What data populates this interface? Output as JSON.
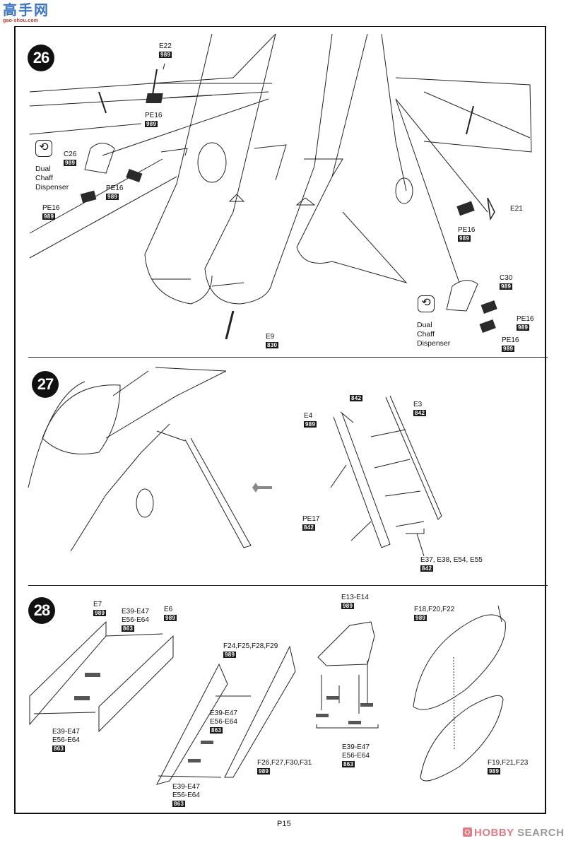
{
  "watermark_site": {
    "chars": "高手网",
    "url": "gao-shou.com"
  },
  "steps": [
    {
      "number": "26",
      "labels": {
        "e22": {
          "part": "E22",
          "code": "989"
        },
        "pe16_top": {
          "part": "PE16",
          "code": "989"
        },
        "c26": {
          "part": "C26",
          "code": "989"
        },
        "pe16_mid": {
          "part": "PE16",
          "code": "989"
        },
        "pe16_low": {
          "part": "PE16",
          "code": "989"
        },
        "pe16_right": {
          "part": "PE16",
          "code": "989"
        },
        "e21": {
          "part": "E21"
        },
        "c30": {
          "part": "C30",
          "code": "989"
        },
        "pe16_r1": {
          "part": "PE16",
          "code": "989"
        },
        "pe16_r2": {
          "part": "PE16",
          "code": "989"
        },
        "e9": {
          "part": "E9",
          "code": "830"
        }
      },
      "chaff_left": {
        "icon": "rotate-icon",
        "lines": [
          "Dual",
          "Chaff",
          "Dispenser"
        ]
      },
      "chaff_right": {
        "icon": "rotate-icon",
        "lines": [
          "Dual",
          "Chaff",
          "Dispenser"
        ]
      }
    },
    {
      "number": "27",
      "labels": {
        "top_code": {
          "code": "842"
        },
        "e4": {
          "part": "E4",
          "code": "989"
        },
        "e3": {
          "part": "E3",
          "code": "842"
        },
        "pe17": {
          "part": "PE17",
          "code": "842"
        },
        "e37": {
          "part": "E37, E38, E54, E55",
          "code": "842"
        }
      },
      "direction_arrow": "arrow-left-icon"
    },
    {
      "number": "28",
      "labels": {
        "e7": {
          "part": "E7",
          "code": "989"
        },
        "e39_a": {
          "line1": "E39-E47",
          "line2": "E56-E64",
          "code": "863"
        },
        "e6": {
          "part": "E6",
          "code": "989"
        },
        "e39_b": {
          "line1": "E39-E47",
          "line2": "E56-E64",
          "code": "863"
        },
        "f24": {
          "part": "F24,F25,F28,F29",
          "code": "989"
        },
        "e39_c": {
          "line1": "E39-E47",
          "line2": "E56-E64",
          "code": "863"
        },
        "f26": {
          "part": "F26,F27,F30,F31",
          "code": "989"
        },
        "e39_d": {
          "line1": "E39-E47",
          "line2": "E56-E64",
          "code": "863"
        },
        "e13": {
          "part": "E13-E14",
          "code": "989"
        },
        "e39_e": {
          "line1": "E39-E47",
          "line2": "E56-E64",
          "code": "863"
        },
        "f18": {
          "part": "F18,F20,F22",
          "code": "989"
        },
        "f19": {
          "part": "F19,F21,F23",
          "code": "989"
        }
      }
    }
  ],
  "footer": {
    "page": "P15",
    "watermark_a": "HOBBY",
    "watermark_b": " SEARCH"
  }
}
